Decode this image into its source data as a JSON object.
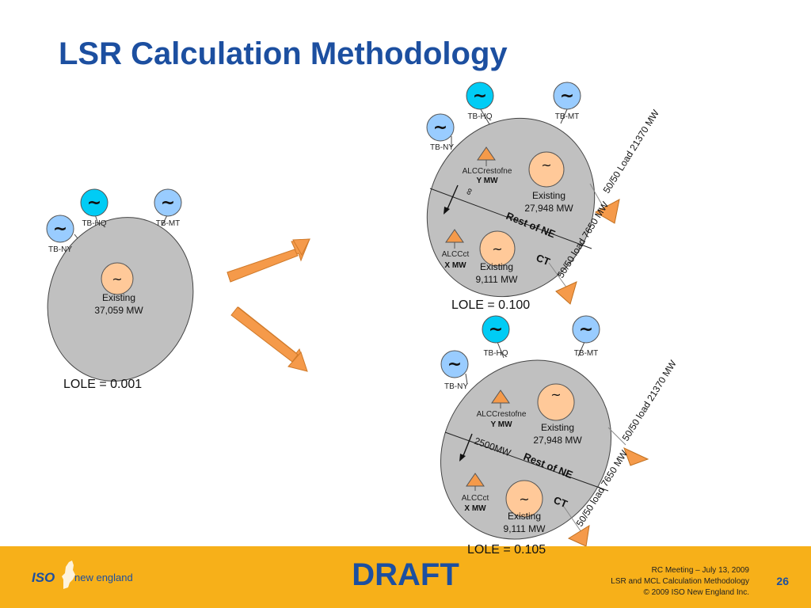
{
  "slide": {
    "title": "LSR Calculation Methodology"
  },
  "diagram": {
    "single_area": {
      "gen_ny": "TB-NY",
      "gen_hq": "TB-HQ",
      "gen_mt": "TB-MT",
      "existing_label": "Existing",
      "existing_value": "37,059 MW",
      "lole": "LOLE = 0.001"
    },
    "case_top": {
      "gen_ny": "TB-NY",
      "gen_hq": "TB-HQ",
      "gen_mt": "TB-MT",
      "alcc_rest_name": "ALCCrestofne",
      "alcc_rest_value": "Y MW",
      "tie_limit": "∞",
      "rest_existing_label": "Existing",
      "rest_existing_value": "27,948 MW",
      "region_rest": "Rest of NE",
      "region_ct": "CT",
      "alcc_ct_name": "ALCCct",
      "alcc_ct_value": "X MW",
      "ct_existing_label": "Existing",
      "ct_existing_value": "9,111 MW",
      "load_rest": "50/50 Load 21370 MW",
      "load_ct": "50/50 load 7650 MW",
      "lole": "LOLE = 0.100"
    },
    "case_bottom": {
      "gen_ny": "TB-NY",
      "gen_hq": "TB-HQ",
      "gen_mt": "TB-MT",
      "alcc_rest_name": "ALCCrestofne",
      "alcc_rest_value": "Y MW",
      "tie_limit": "2500MW",
      "rest_existing_label": "Existing",
      "rest_existing_value": "27,948 MW",
      "region_rest": "Rest of NE",
      "region_ct": "CT",
      "alcc_ct_name": "ALCCct",
      "alcc_ct_value": "X MW",
      "ct_existing_label": "Existing",
      "ct_existing_value": "9,111 MW",
      "load_rest": "50/50 load 21370 MW",
      "load_ct": "50/50 load 7650 MW",
      "lole": "LOLE = 0.105"
    }
  },
  "footer": {
    "logo_iso": "ISO",
    "logo_ne": "new england",
    "draft": "DRAFT",
    "meeting_line1": "RC Meeting – July 13, 2009",
    "meeting_line2": "LSR and MCL Calculation Methodology",
    "meeting_line3": "© 2009 ISO New England Inc.",
    "page_number": "26"
  },
  "colors": {
    "title_blue": "#1c4fa0",
    "area_gray": "#c0c0c0",
    "tie_gen_blue": "#00ccf5",
    "tie_gen_light": "#99ccff",
    "gen_orange": "#ffc999",
    "arrow_orange": "#f59a4a",
    "footer_gold": "#f7b019"
  }
}
